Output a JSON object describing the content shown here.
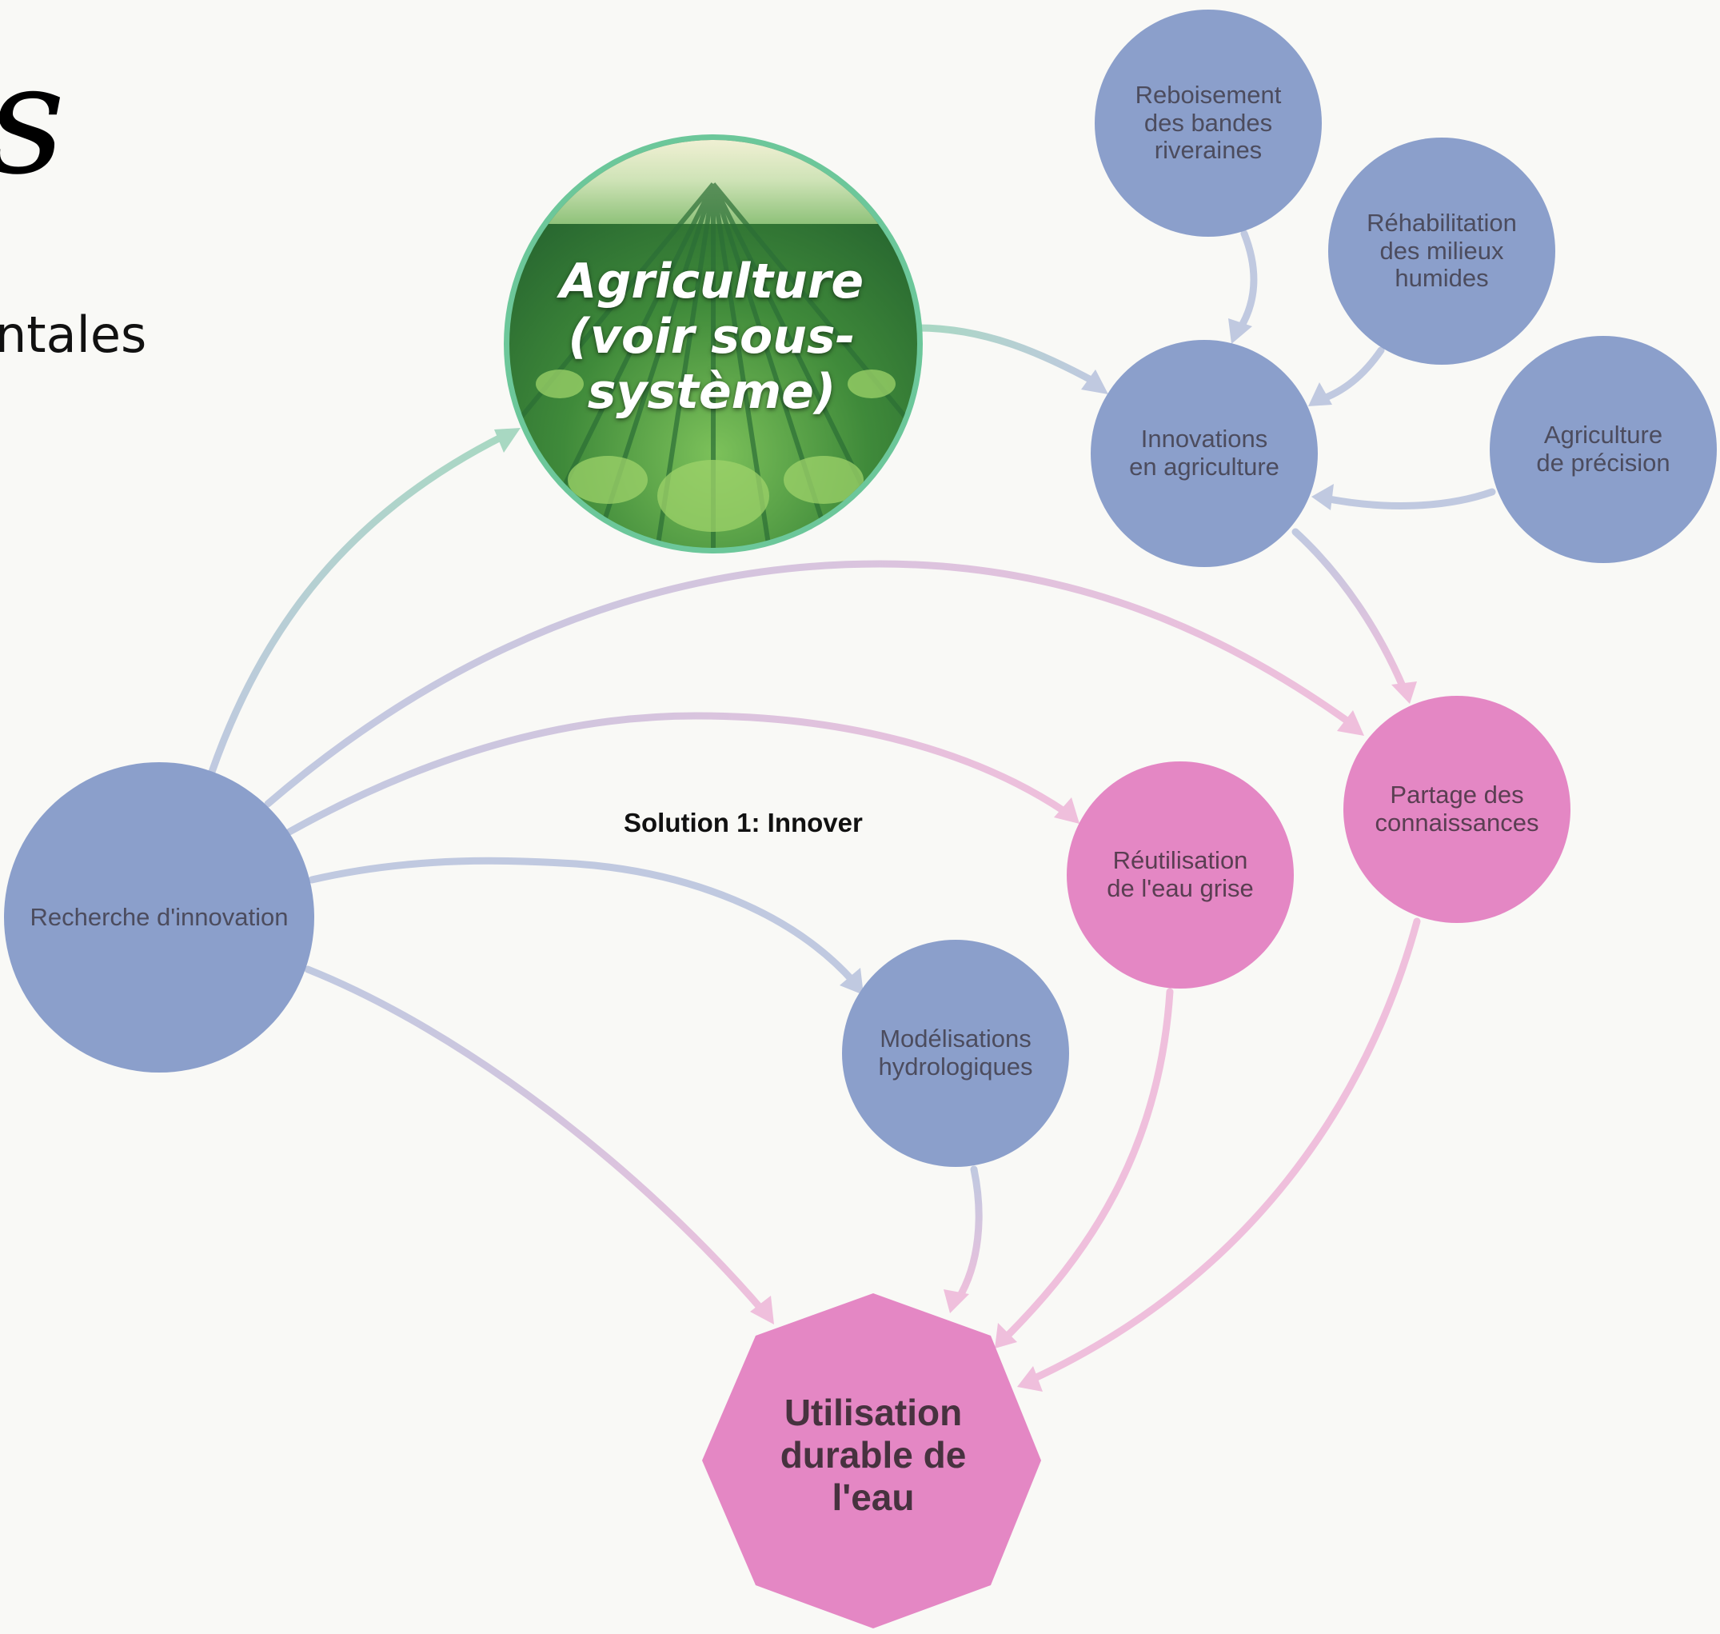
{
  "fragments": {
    "left_top": "s",
    "left_middle": "ntales"
  },
  "solution_label": "Solution 1: Innover",
  "nodes": {
    "agriculture": "Agriculture\n(voir sous-\nsystème)",
    "reboisement": "Reboisement\ndes bandes\nriveraines",
    "rehabilitation": "Réhabilitation\ndes milieux\nhumides",
    "innovations": "Innovations\nen agriculture",
    "precision": "Agriculture\nde précision",
    "partage": "Partage des\nconnaissances",
    "reutilisation": "Réutilisation\nde l'eau grise",
    "recherche": "Recherche d'innovation",
    "modelisations": "Modélisations\nhydrologiques",
    "utilisation": "Utilisation\ndurable de\nl'eau"
  },
  "colors": {
    "background": "#f9f9f6",
    "blue_node": "#8b9fcb",
    "pink_node": "#e487c4",
    "arrow_green": "#a8d8c2",
    "arrow_blue": "#c0c9e0",
    "arrow_pink": "#efbfdc",
    "agri_ring": "#6cc79a"
  },
  "edges": [
    {
      "from": "recherche",
      "to": "agriculture"
    },
    {
      "from": "agriculture",
      "to": "innovations"
    },
    {
      "from": "reboisement",
      "to": "innovations"
    },
    {
      "from": "rehabilitation",
      "to": "innovations"
    },
    {
      "from": "precision",
      "to": "innovations"
    },
    {
      "from": "innovations",
      "to": "partage"
    },
    {
      "from": "recherche",
      "to": "partage"
    },
    {
      "from": "recherche",
      "to": "reutilisation"
    },
    {
      "from": "recherche",
      "to": "modelisations"
    },
    {
      "from": "recherche",
      "to": "utilisation"
    },
    {
      "from": "modelisations",
      "to": "utilisation"
    },
    {
      "from": "reutilisation",
      "to": "utilisation"
    },
    {
      "from": "partage",
      "to": "utilisation"
    }
  ]
}
